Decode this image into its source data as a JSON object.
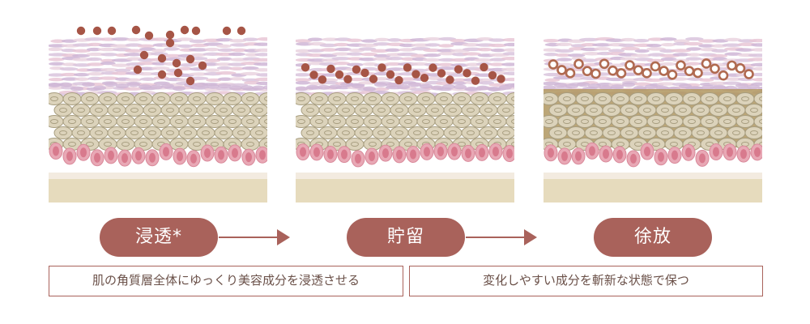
{
  "stages": [
    {
      "label": "浸透*"
    },
    {
      "label": "貯留"
    },
    {
      "label": "徐放"
    }
  ],
  "captions": [
    "肌の角質層全体にゆっくり美容成分を浸透させる",
    "変化しやすい成分を斬新な状態で保つ"
  ],
  "colors": {
    "accent": "#a9625b",
    "caption_text": "#6a5048",
    "particle_fill": "#a65546",
    "particle_ring": "#b06a50",
    "granular_cell": "#dcd3bb",
    "granular_cell_stroke": "#a89e80",
    "granular_bg_highlight": "#b0975f",
    "basal_cell": "#e8a8b5",
    "basal_cell_core": "#d87a8d",
    "dermis": "#e6dbbd",
    "stratum_lines_pink": "#e9c7d6",
    "stratum_lines_lavender": "#cfb6d6"
  }
}
